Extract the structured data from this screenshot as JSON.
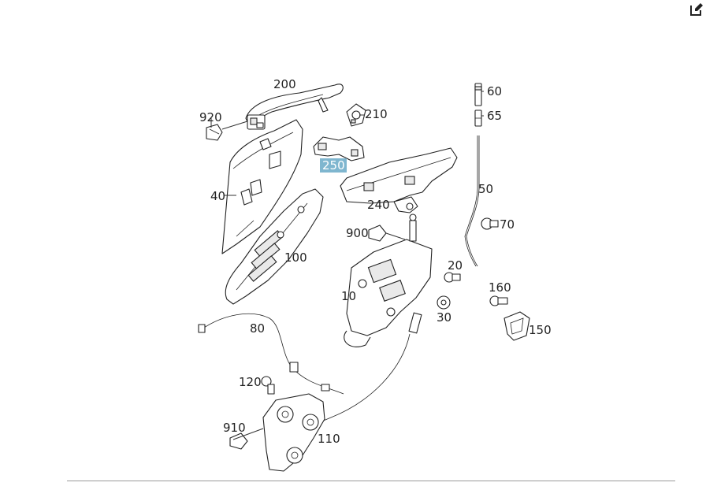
{
  "toolbar": {
    "edit_icon": "edit-icon"
  },
  "diagram": {
    "highlight_color": "#7fb6cf",
    "parts": [
      {
        "id": "p200",
        "label": "200"
      },
      {
        "id": "p210",
        "label": "210"
      },
      {
        "id": "p920",
        "label": "920"
      },
      {
        "id": "p250",
        "label": "250",
        "highlighted": true
      },
      {
        "id": "p60",
        "label": "60"
      },
      {
        "id": "p65",
        "label": "65"
      },
      {
        "id": "p50",
        "label": "50"
      },
      {
        "id": "p40",
        "label": "40"
      },
      {
        "id": "p240",
        "label": "240"
      },
      {
        "id": "p70",
        "label": "70"
      },
      {
        "id": "p900",
        "label": "900"
      },
      {
        "id": "p100",
        "label": "100"
      },
      {
        "id": "p20",
        "label": "20"
      },
      {
        "id": "p160",
        "label": "160"
      },
      {
        "id": "p10",
        "label": "10"
      },
      {
        "id": "p30",
        "label": "30"
      },
      {
        "id": "p150",
        "label": "150"
      },
      {
        "id": "p80",
        "label": "80"
      },
      {
        "id": "p120",
        "label": "120"
      },
      {
        "id": "p910",
        "label": "910"
      },
      {
        "id": "p110",
        "label": "110"
      }
    ]
  }
}
